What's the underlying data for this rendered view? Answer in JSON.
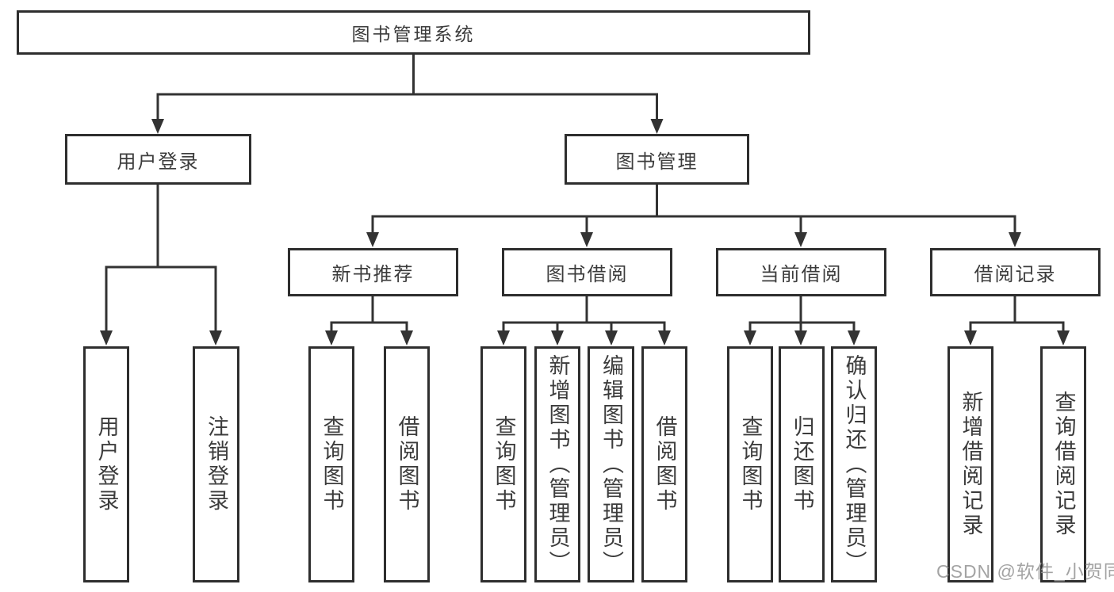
{
  "tree": {
    "label": "图书管理系统",
    "children": [
      {
        "label": "用户登录",
        "children": [
          {
            "label": "用户登录"
          },
          {
            "label": "注销登录"
          }
        ]
      },
      {
        "label": "图书管理",
        "children": [
          {
            "label": "新书推荐",
            "children": [
              {
                "label": "查询图书"
              },
              {
                "label": "借阅图书"
              }
            ]
          },
          {
            "label": "图书借阅",
            "children": [
              {
                "label": "查询图书"
              },
              {
                "label": "新增图书（管理员）"
              },
              {
                "label": "编辑图书（管理员）"
              },
              {
                "label": "借阅图书"
              }
            ]
          },
          {
            "label": "当前借阅",
            "children": [
              {
                "label": "查询图书"
              },
              {
                "label": "归还图书"
              },
              {
                "label": "确认归还（管理员）"
              }
            ]
          },
          {
            "label": "借阅记录",
            "children": [
              {
                "label": "新增借阅记录"
              },
              {
                "label": "查询借阅记录"
              }
            ]
          }
        ]
      }
    ]
  },
  "watermark": {
    "text": "CSDN @软件_小贺同学"
  },
  "colors": {
    "background": "#ffffff",
    "line": "#333333",
    "box_border": "#2e2e2e",
    "text": "#3c3c3c",
    "watermark": "#9c9c9c"
  }
}
